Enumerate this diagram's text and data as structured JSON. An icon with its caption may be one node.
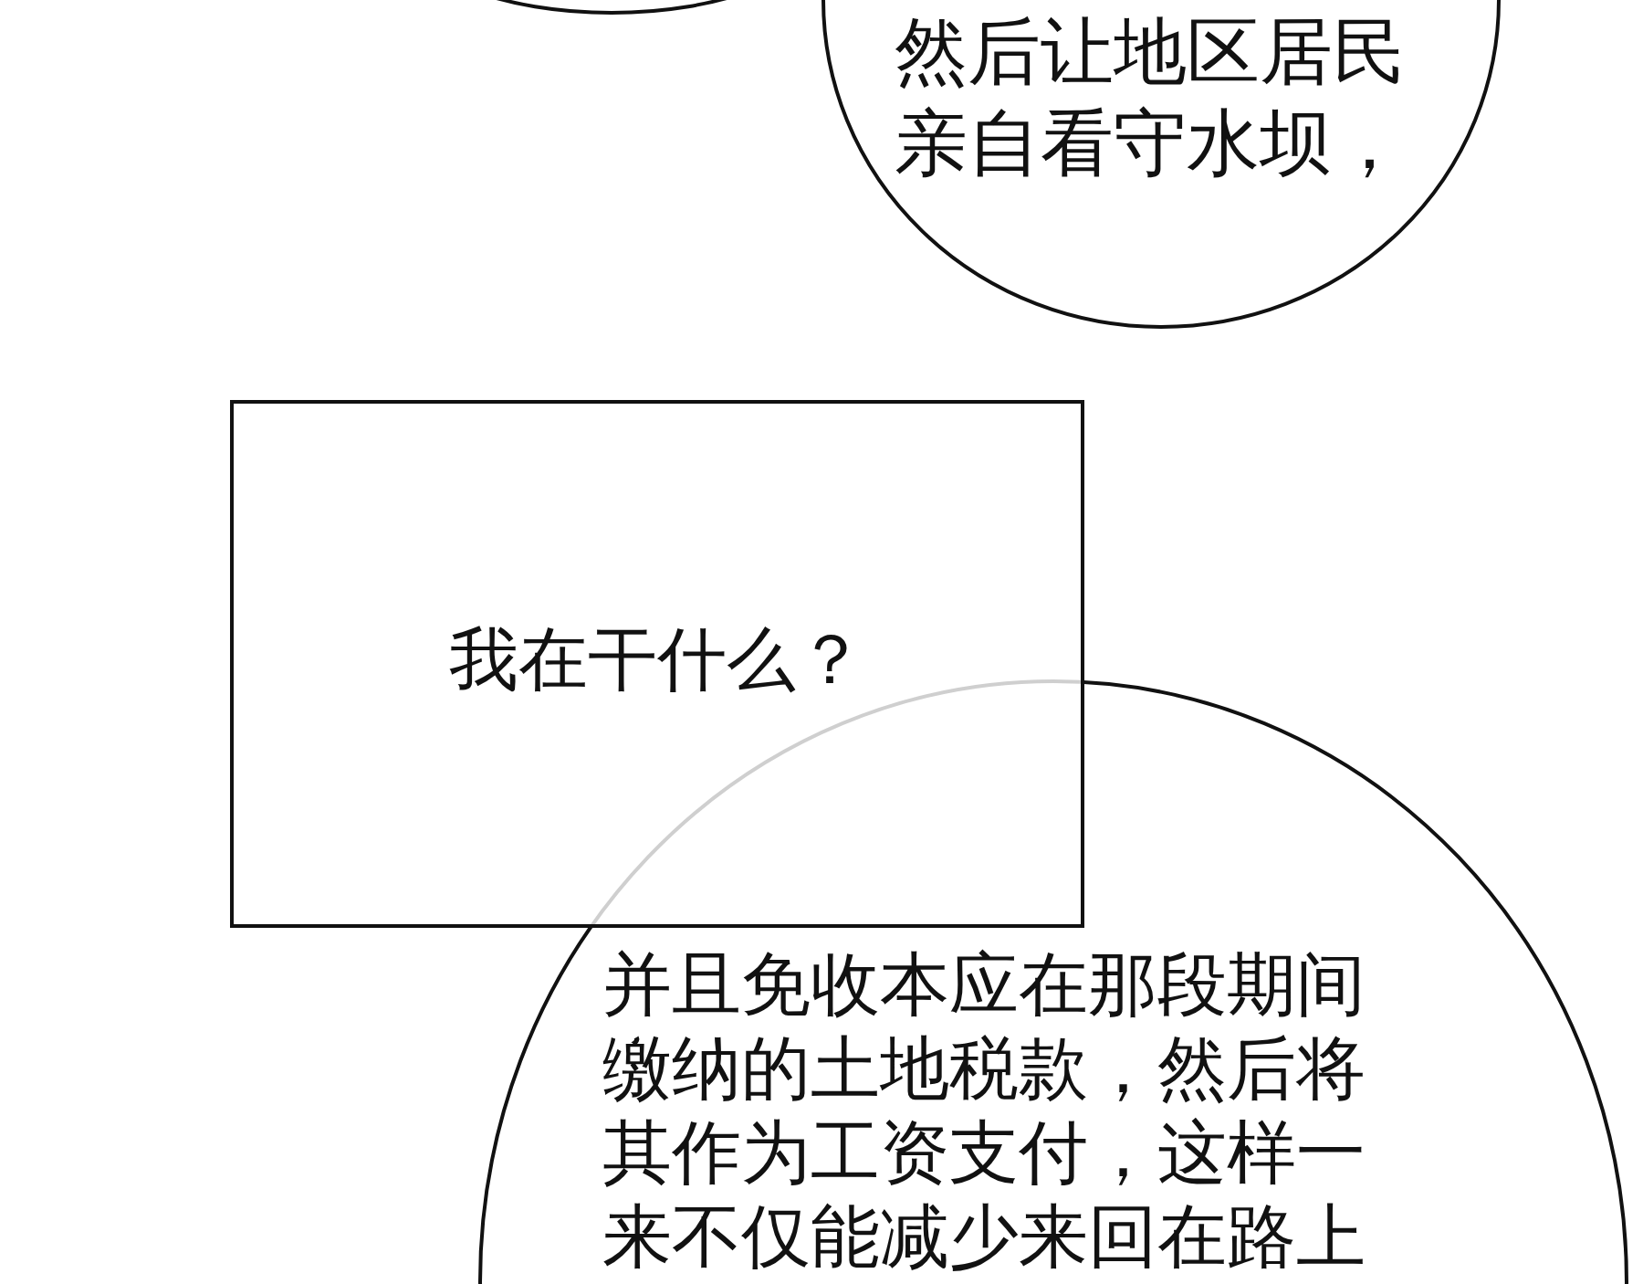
{
  "diagram": {
    "nodes": [
      {
        "text": [],
        "shape": "ellipse"
      },
      {
        "text": [
          "然后让地区居民亲自看守水坝，"
        ]
      },
      {
        "text": [
          "我在干什么？"
        ]
      },
      {
        "text": [
          "并且免收本应在那段期间缴纳的土地税款，然后将其作为工资支付，这样一来不仅能减少来回在路上"
        ]
      }
    ]
  }
}
